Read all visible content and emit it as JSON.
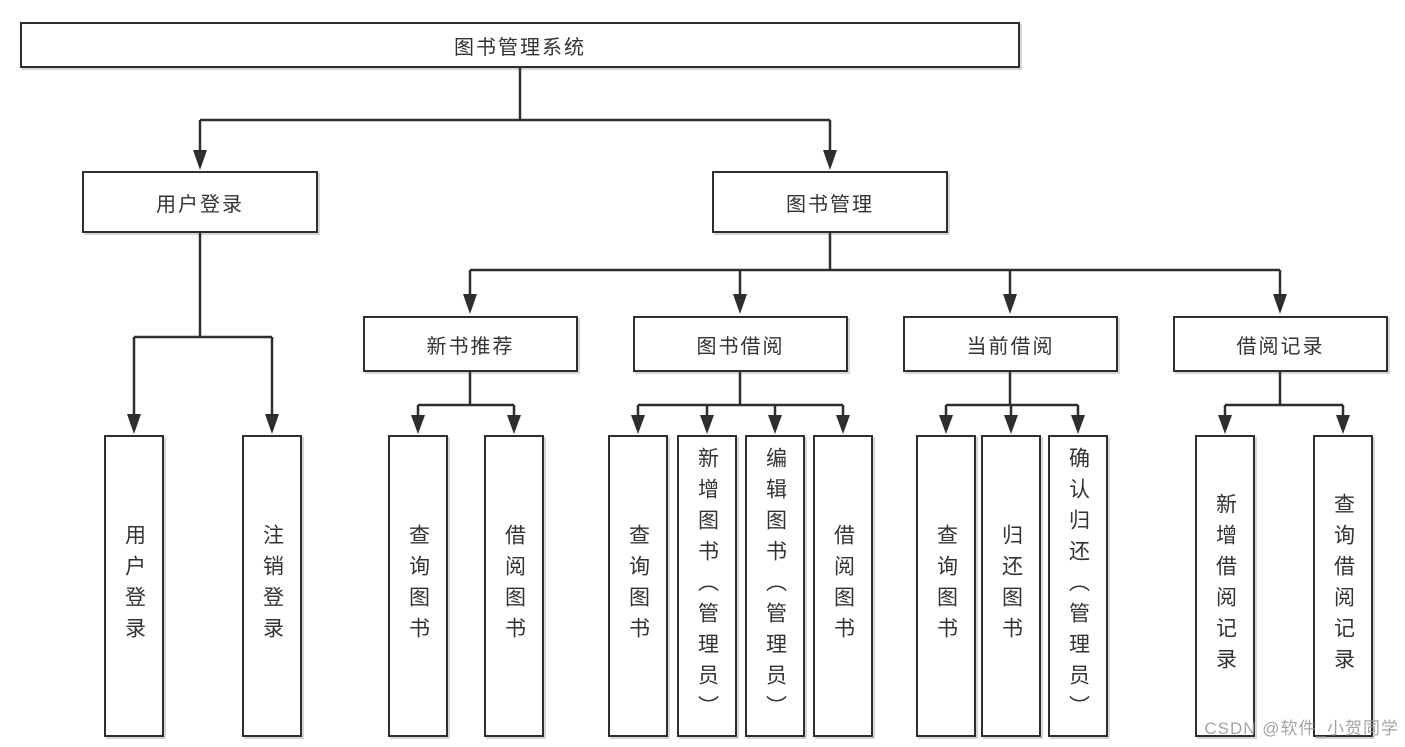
{
  "diagram": {
    "root": {
      "label": "图书管理系统"
    },
    "level2": [
      {
        "id": "user-login",
        "label": "用户登录"
      },
      {
        "id": "book-management",
        "label": "图书管理"
      }
    ],
    "level3": [
      {
        "id": "new-book-recommend",
        "label": "新书推荐"
      },
      {
        "id": "book-borrow",
        "label": "图书借阅"
      },
      {
        "id": "current-borrow",
        "label": "当前借阅"
      },
      {
        "id": "borrow-records",
        "label": "借阅记录"
      }
    ],
    "leaves": {
      "user_login": [
        {
          "label": "用户登录"
        },
        {
          "label": "注销登录"
        }
      ],
      "new_book": [
        {
          "label": "查询图书"
        },
        {
          "label": "借阅图书"
        }
      ],
      "book_borrow": [
        {
          "label": "查询图书"
        },
        {
          "label": "新增图书（管理员）"
        },
        {
          "label": "编辑图书（管理员）"
        },
        {
          "label": "借阅图书"
        }
      ],
      "current_borrow": [
        {
          "label": "查询图书"
        },
        {
          "label": "归还图书"
        },
        {
          "label": "确认归还（管理员）"
        }
      ],
      "borrow_records": [
        {
          "label": "新增借阅记录"
        },
        {
          "label": "查询借阅记录"
        }
      ]
    }
  },
  "watermark": {
    "text": "CSDN @软件_小贺同学"
  },
  "colors": {
    "line": "#2e2e2e",
    "box_border": "#2e2e2e",
    "text": "#333333",
    "background": "#ffffff",
    "watermark": "#9a9a9a"
  }
}
